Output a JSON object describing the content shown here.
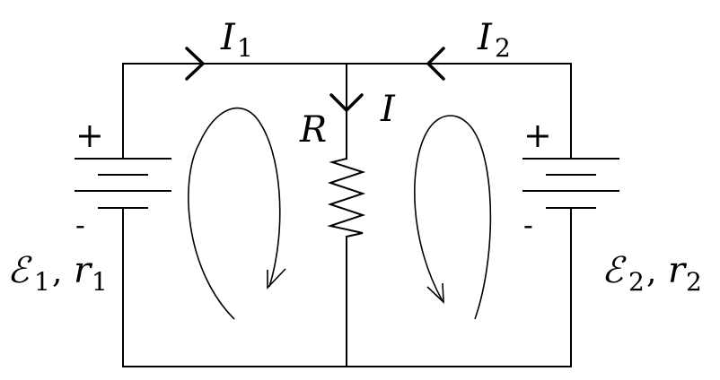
{
  "labels": {
    "current_left": {
      "main": "I",
      "sub": "1"
    },
    "current_right": {
      "main": "I",
      "sub": "2"
    },
    "current_middle": "I",
    "resistor": "R",
    "battery_left": {
      "emf": "ℰ",
      "emf_sub": "1",
      "sep": ",",
      "r": "r",
      "r_sub": "1"
    },
    "battery_right": {
      "emf": "ℰ",
      "emf_sub": "2",
      "sep": ",",
      "r": "r",
      "r_sub": "2"
    },
    "plus": "+",
    "minus": "-"
  }
}
